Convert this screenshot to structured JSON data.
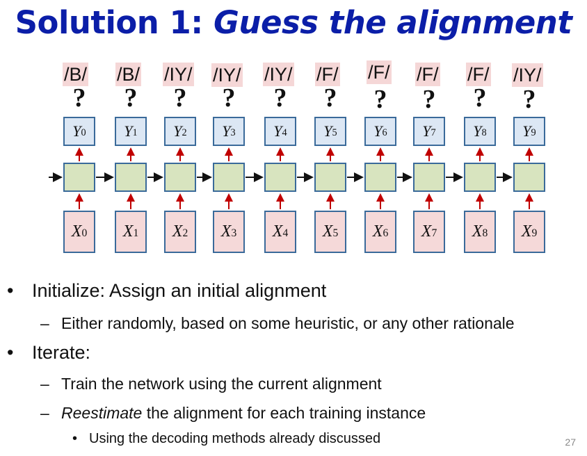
{
  "title": {
    "main": "Solution 1: ",
    "italic": "Guess the alignment"
  },
  "diagram": {
    "labels": [
      "/B/",
      "/B/",
      "/IY/",
      "/IY/",
      "/IY/",
      "/F/",
      "/F/",
      "/F/",
      "/F/",
      "/IY/"
    ],
    "question_mark": "?",
    "outputs": [
      {
        "v": "Y",
        "s": "0"
      },
      {
        "v": "Y",
        "s": "1"
      },
      {
        "v": "Y",
        "s": "2"
      },
      {
        "v": "Y",
        "s": "3"
      },
      {
        "v": "Y",
        "s": "4"
      },
      {
        "v": "Y",
        "s": "5"
      },
      {
        "v": "Y",
        "s": "6"
      },
      {
        "v": "Y",
        "s": "7"
      },
      {
        "v": "Y",
        "s": "8"
      },
      {
        "v": "Y",
        "s": "9"
      }
    ],
    "inputs": [
      {
        "v": "X",
        "s": "0"
      },
      {
        "v": "X",
        "s": "1"
      },
      {
        "v": "X",
        "s": "2"
      },
      {
        "v": "X",
        "s": "3"
      },
      {
        "v": "X",
        "s": "4"
      },
      {
        "v": "X",
        "s": "5"
      },
      {
        "v": "X",
        "s": "6"
      },
      {
        "v": "X",
        "s": "7"
      },
      {
        "v": "X",
        "s": "8"
      },
      {
        "v": "X",
        "s": "9"
      }
    ],
    "colors": {
      "arrow_up": "#c00000",
      "arrow_h": "#111111",
      "box_border": "#3a6a9a"
    }
  },
  "bullets": {
    "b1": "Initialize:  Assign an initial alignment",
    "b1_sub": "Either randomly, based on some heuristic, or any other rationale",
    "b2": "Iterate:",
    "b2_sub1": "Train the network using the current alignment",
    "b2_sub2_em": "Reestimate",
    "b2_sub2_rest": " the alignment for each training instance",
    "b2_sub2_sub": "Using the decoding methods already discussed"
  },
  "page_number": "27"
}
